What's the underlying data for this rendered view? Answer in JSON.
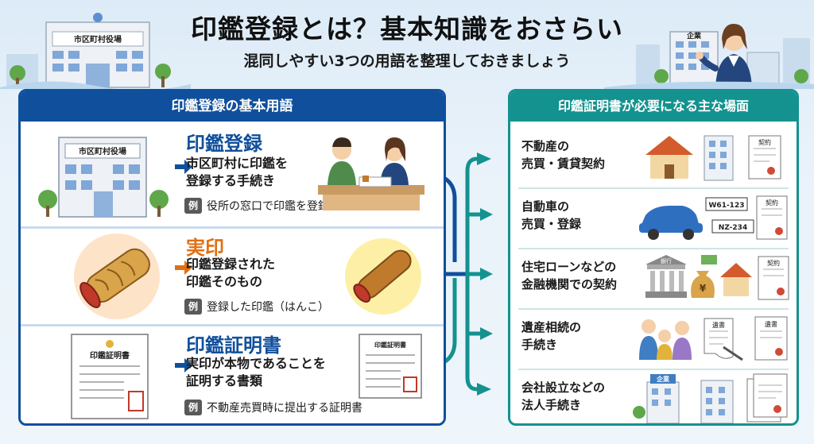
{
  "header": {
    "title": "印鑑登録とは？基本知識をおさらい",
    "subtitle": "混同しやすい3つの用語を整理しておきましょう",
    "city_hall_sign": "市区町村役場",
    "company_sign": "企業"
  },
  "left_panel": {
    "heading": "印鑑登録の基本用語",
    "terms": [
      {
        "term": "印鑑登録",
        "desc_line1": "市区町村に印鑑を",
        "desc_line2": "登録する手続き",
        "example_badge": "例",
        "example": "役所の窓口で印鑑を登録する",
        "image_label": "市区町村役場"
      },
      {
        "term": "実印",
        "desc_line1": "印鑑登録された",
        "desc_line2": "印鑑そのもの",
        "example_badge": "例",
        "example": "登録した印鑑（はんこ）"
      },
      {
        "term": "印鑑証明書",
        "desc_line1": "実印が本物であることを",
        "desc_line2": "証明する書類",
        "example_badge": "例",
        "example": "不動産売買時に提出する証明書",
        "doc_label": "印鑑証明書"
      }
    ]
  },
  "right_panel": {
    "heading": "印鑑証明書が必要になる主な場面",
    "scenes": [
      {
        "line1": "不動産の",
        "line2": "売買・賃貸契約",
        "doc_label": "契約"
      },
      {
        "line1": "自動車の",
        "line2": "売買・登録",
        "doc_label": "契約",
        "plate1": "W61-123",
        "plate2": "NZ-234"
      },
      {
        "line1": "住宅ローンなどの",
        "line2": "金融機関での契約",
        "bank_label": "銀行",
        "doc_label": "契約",
        "bag_label": "¥"
      },
      {
        "line1": "遺産相続の",
        "line2": "手続き",
        "doc_label1": "遺書",
        "doc_label2": "遺書"
      },
      {
        "line1": "会社設立などの",
        "line2": "法人手続き",
        "company_label": "企業"
      }
    ]
  },
  "colors": {
    "primary_blue": "#104f9c",
    "accent_teal": "#13928f",
    "accent_orange": "#e26f12"
  }
}
